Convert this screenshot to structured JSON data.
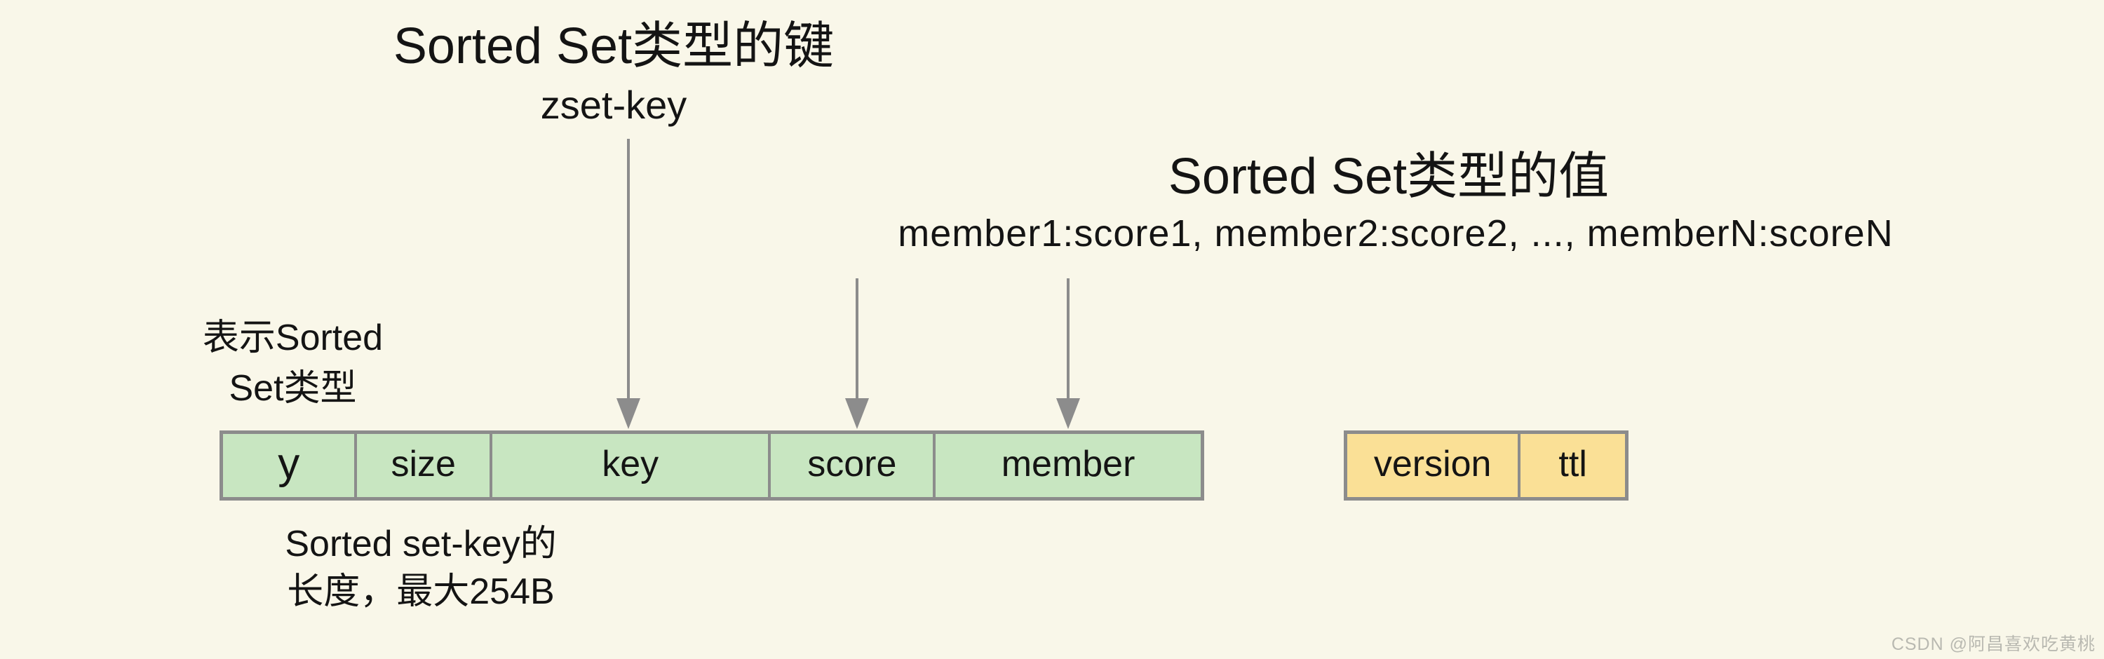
{
  "colors": {
    "background": "#f9f7e9",
    "cell_green": "#c8e6c1",
    "cell_yellow": "#fae096",
    "border_gray": "#8c8c8c",
    "arrow_gray": "#8c8c8c",
    "text_black": "#141414",
    "watermark_gray": "#b9b9b1"
  },
  "annotations": {
    "key_title": "Sorted Set类型的键",
    "key_subtitle": "zset-key",
    "value_title": "Sorted Set类型的值",
    "value_subtitle": "member1:score1, member2:score2, ..., memberN:scoreN",
    "type_label_line1": "表示Sorted",
    "type_label_line2": "Set类型",
    "length_label_line1": "Sorted set-key的",
    "length_label_line2": "长度，最大254B"
  },
  "main_table": {
    "cells": [
      {
        "label": "y"
      },
      {
        "label": "size"
      },
      {
        "label": "key"
      },
      {
        "label": "score"
      },
      {
        "label": "member"
      }
    ]
  },
  "meta_table": {
    "cells": [
      {
        "label": "version"
      },
      {
        "label": "ttl"
      }
    ]
  },
  "watermark": "CSDN @阿昌喜欢吃黄桃",
  "icons": {
    "arrow_down": "down-arrow"
  }
}
